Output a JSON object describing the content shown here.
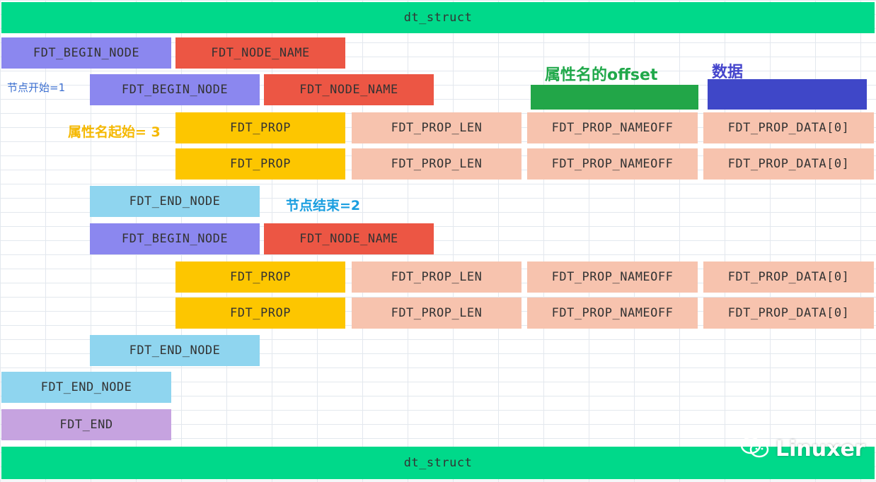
{
  "top_banner": "dt_struct",
  "bottom_banner": "dt_struct",
  "annotations": {
    "node_begin": "节点开始=1",
    "prop_begin": "属性名起始= 3",
    "node_end": "节点结束=2",
    "prop_nameoff_label": "属性名的offset",
    "data_label": "数据"
  },
  "cells": {
    "root_begin": "FDT_BEGIN_NODE",
    "root_name": "FDT_NODE_NAME",
    "child1_begin": "FDT_BEGIN_NODE",
    "child1_name": "FDT_NODE_NAME",
    "child1_prop1": [
      "FDT_PROP",
      "FDT_PROP_LEN",
      "FDT_PROP_NAMEOFF",
      "FDT_PROP_DATA[0]"
    ],
    "child1_prop2": [
      "FDT_PROP",
      "FDT_PROP_LEN",
      "FDT_PROP_NAMEOFF",
      "FDT_PROP_DATA[0]"
    ],
    "child1_end": "FDT_END_NODE",
    "child2_begin": "FDT_BEGIN_NODE",
    "child2_name": "FDT_NODE_NAME",
    "child2_prop1": [
      "FDT_PROP",
      "FDT_PROP_LEN",
      "FDT_PROP_NAMEOFF",
      "FDT_PROP_DATA[0]"
    ],
    "child2_prop2": [
      "FDT_PROP",
      "FDT_PROP_LEN",
      "FDT_PROP_NAMEOFF",
      "FDT_PROP_DATA[0]"
    ],
    "child2_end": "FDT_END_NODE",
    "root_end": "FDT_END_NODE",
    "fdt_end": "FDT_END"
  },
  "watermark": "Linuxer",
  "colors": {
    "banner": "#00d98a",
    "begin_node": "#8b87ef",
    "node_name": "#ec5644",
    "prop": "#fdc600",
    "prop_fields": "#f7c3ae",
    "end_node": "#8fd5ef",
    "fdt_end": "#c6a3e0",
    "annot_node_begin": "#3c6fd0",
    "annot_prop_begin": "#f5b800",
    "annot_node_end": "#1a9ee0",
    "annot_nameoff": "#20a84a",
    "annot_data": "#4444cc"
  },
  "icons": {
    "watermark": "wechat-icon"
  }
}
